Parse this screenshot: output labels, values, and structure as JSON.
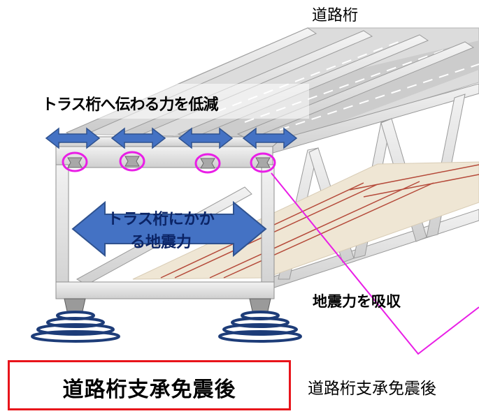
{
  "labels": {
    "road_girder": "道路桁",
    "force_reduction": "トラス桁へ伝わる力を低減",
    "truss_seismic_force": "トラス桁にかかる地震力",
    "seismic_absorb": "地震力を吸収",
    "title": "道路桁支承免震後",
    "callout": "道路桁支承免震後"
  },
  "colors": {
    "arrow_fill": "#4472c4",
    "bearing_circle": "#e91ee6",
    "callout_line": "#e91ee6",
    "title_border": "#e8141b",
    "spring": "#1d3c78"
  },
  "icons": {
    "bearing": "bearing-icon",
    "spring": "seismic-spring-icon",
    "double_arrow": "double-arrow-icon"
  }
}
